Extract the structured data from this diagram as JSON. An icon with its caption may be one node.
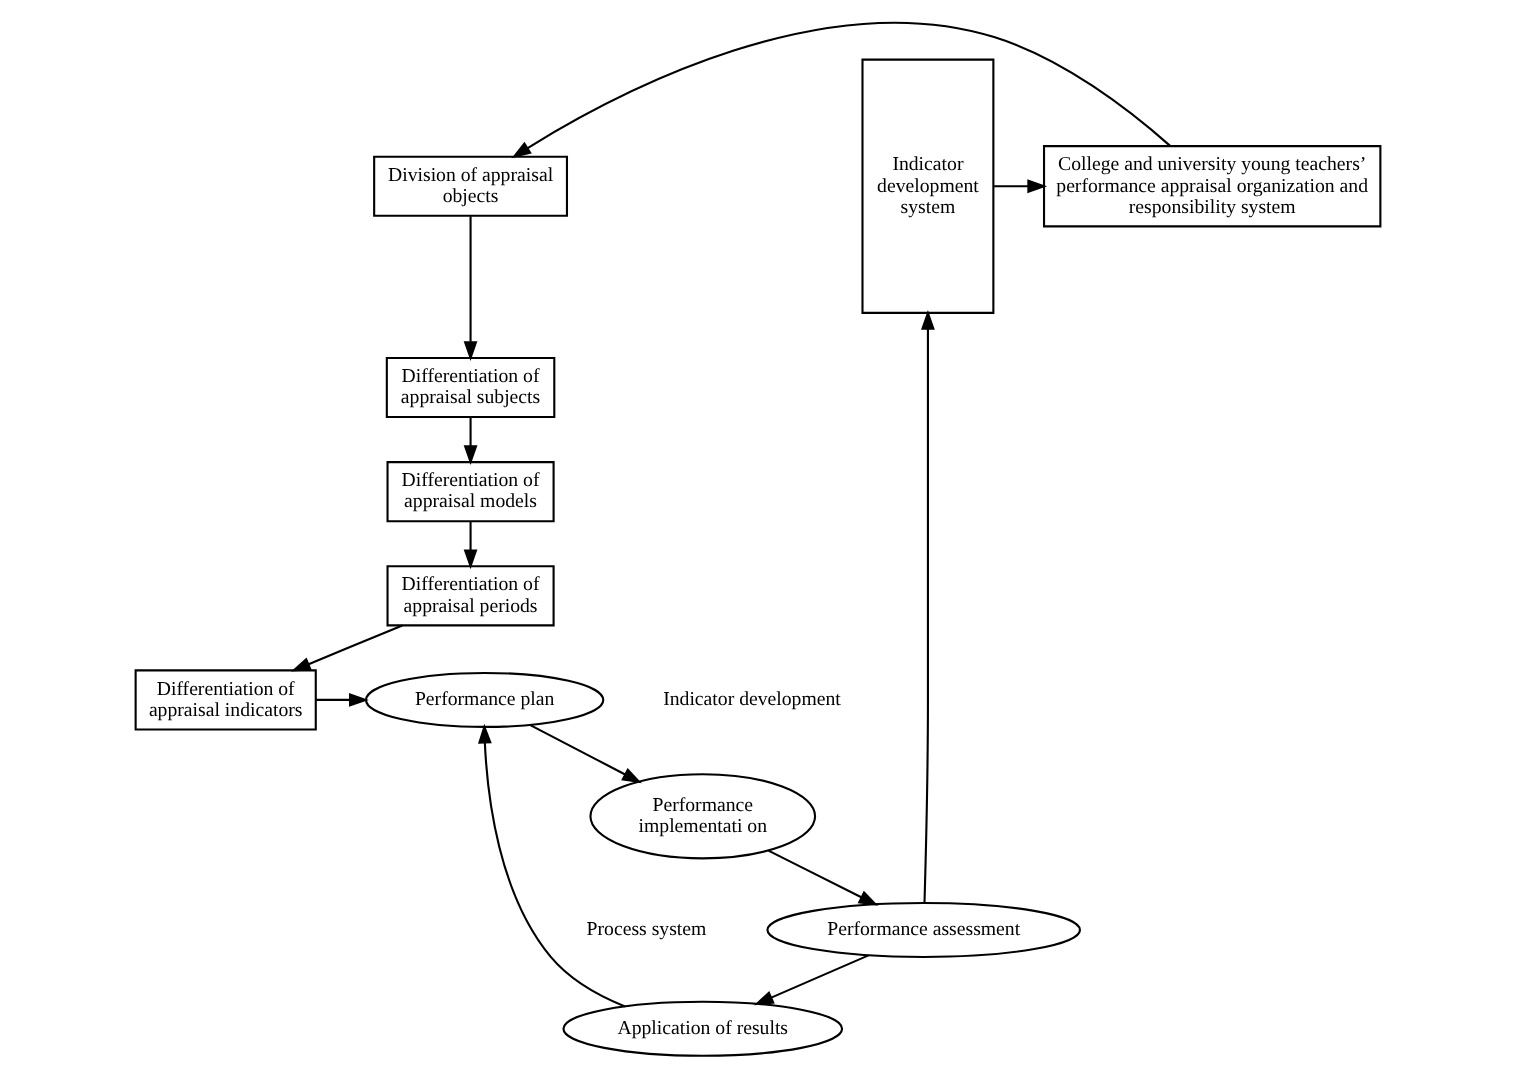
{
  "diagram": {
    "nodes": [
      {
        "text": [
          "Division of appraisal objects"
        ]
      },
      {
        "text": [
          "College and university young teachers’ performance appraisal organization and responsibility system"
        ]
      },
      {
        "text": [
          "Indicator development system"
        ]
      },
      {
        "text": [
          "Differentiation of appraisal subjects"
        ]
      },
      {
        "text": [
          "Differentiation of appraisal models"
        ]
      },
      {
        "text": [
          "Differentiation of appraisal periods"
        ]
      },
      {
        "text": [
          "Differentiation of appraisal indicators"
        ]
      },
      {
        "text": [
          "Performance implementati on"
        ]
      },
      {
        "text": [
          "Performance plan"
        ]
      },
      {
        "text": [
          "Performance assessment"
        ]
      },
      {
        "text": [
          "Application of results"
        ]
      }
    ],
    "edges": [
      {
        "from": 1,
        "to": 0,
        "arrow": "to"
      },
      {
        "from": 2,
        "to": 1,
        "arrow": "to"
      },
      {
        "from": 0,
        "to": 3,
        "arrow": "to"
      },
      {
        "from": 3,
        "to": 4,
        "arrow": "to"
      },
      {
        "from": 4,
        "to": 5,
        "arrow": "to"
      },
      {
        "from": 5,
        "to": 6,
        "arrow": "to"
      },
      {
        "from": 6,
        "to": 8,
        "arrow": "to"
      },
      {
        "from": 8,
        "to": 7,
        "arrow": "to"
      },
      {
        "from": 7,
        "to": 9,
        "arrow": "to"
      },
      {
        "from": 9,
        "to": 10,
        "arrow": "to"
      },
      {
        "from": 10,
        "to": 8,
        "arrow": "to"
      },
      {
        "from": 9,
        "to": 2,
        "arrow": "to"
      }
    ],
    "labels": [
      "Indicator development",
      "Process system"
    ]
  }
}
